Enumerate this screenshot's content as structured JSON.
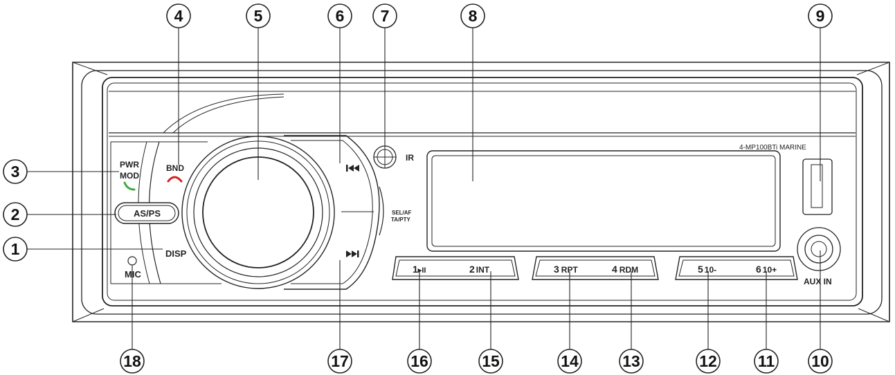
{
  "model": "4-MP100BTi MARINE",
  "labels": {
    "pwr": "PWR",
    "mod": "MOD",
    "bnd": "BND",
    "asps": "AS/PS",
    "disp": "DISP",
    "mic": "MIC",
    "ir": "IR",
    "sel_af": "SEL/AF",
    "ta_pty": "TA/PTY",
    "aux_in": "AUX IN"
  },
  "preset_buttons": [
    {
      "a_num": "1",
      "a_text": "▸II",
      "b_num": "2",
      "b_text": "INT"
    },
    {
      "a_num": "3",
      "a_text": "RPT",
      "b_num": "4",
      "b_text": "RDM"
    },
    {
      "a_num": "5",
      "a_text": "10-",
      "b_num": "6",
      "b_text": "10+"
    }
  ],
  "callouts": {
    "c1": "1",
    "c2": "2",
    "c3": "3",
    "c4": "4",
    "c5": "5",
    "c6": "6",
    "c7": "7",
    "c8": "8",
    "c9": "9",
    "c10": "10",
    "c11": "11",
    "c12": "12",
    "c13": "13",
    "c14": "14",
    "c15": "15",
    "c16": "16",
    "c17": "17",
    "c18": "18"
  },
  "icons": {
    "call_answer": "phone-answer-icon",
    "call_hangup": "phone-hangup-icon",
    "prev": "skip-back-icon",
    "next": "skip-forward-icon"
  },
  "colors": {
    "answer_green": "#3aa83a",
    "hangup_red": "#d42020",
    "line": "#222222"
  }
}
